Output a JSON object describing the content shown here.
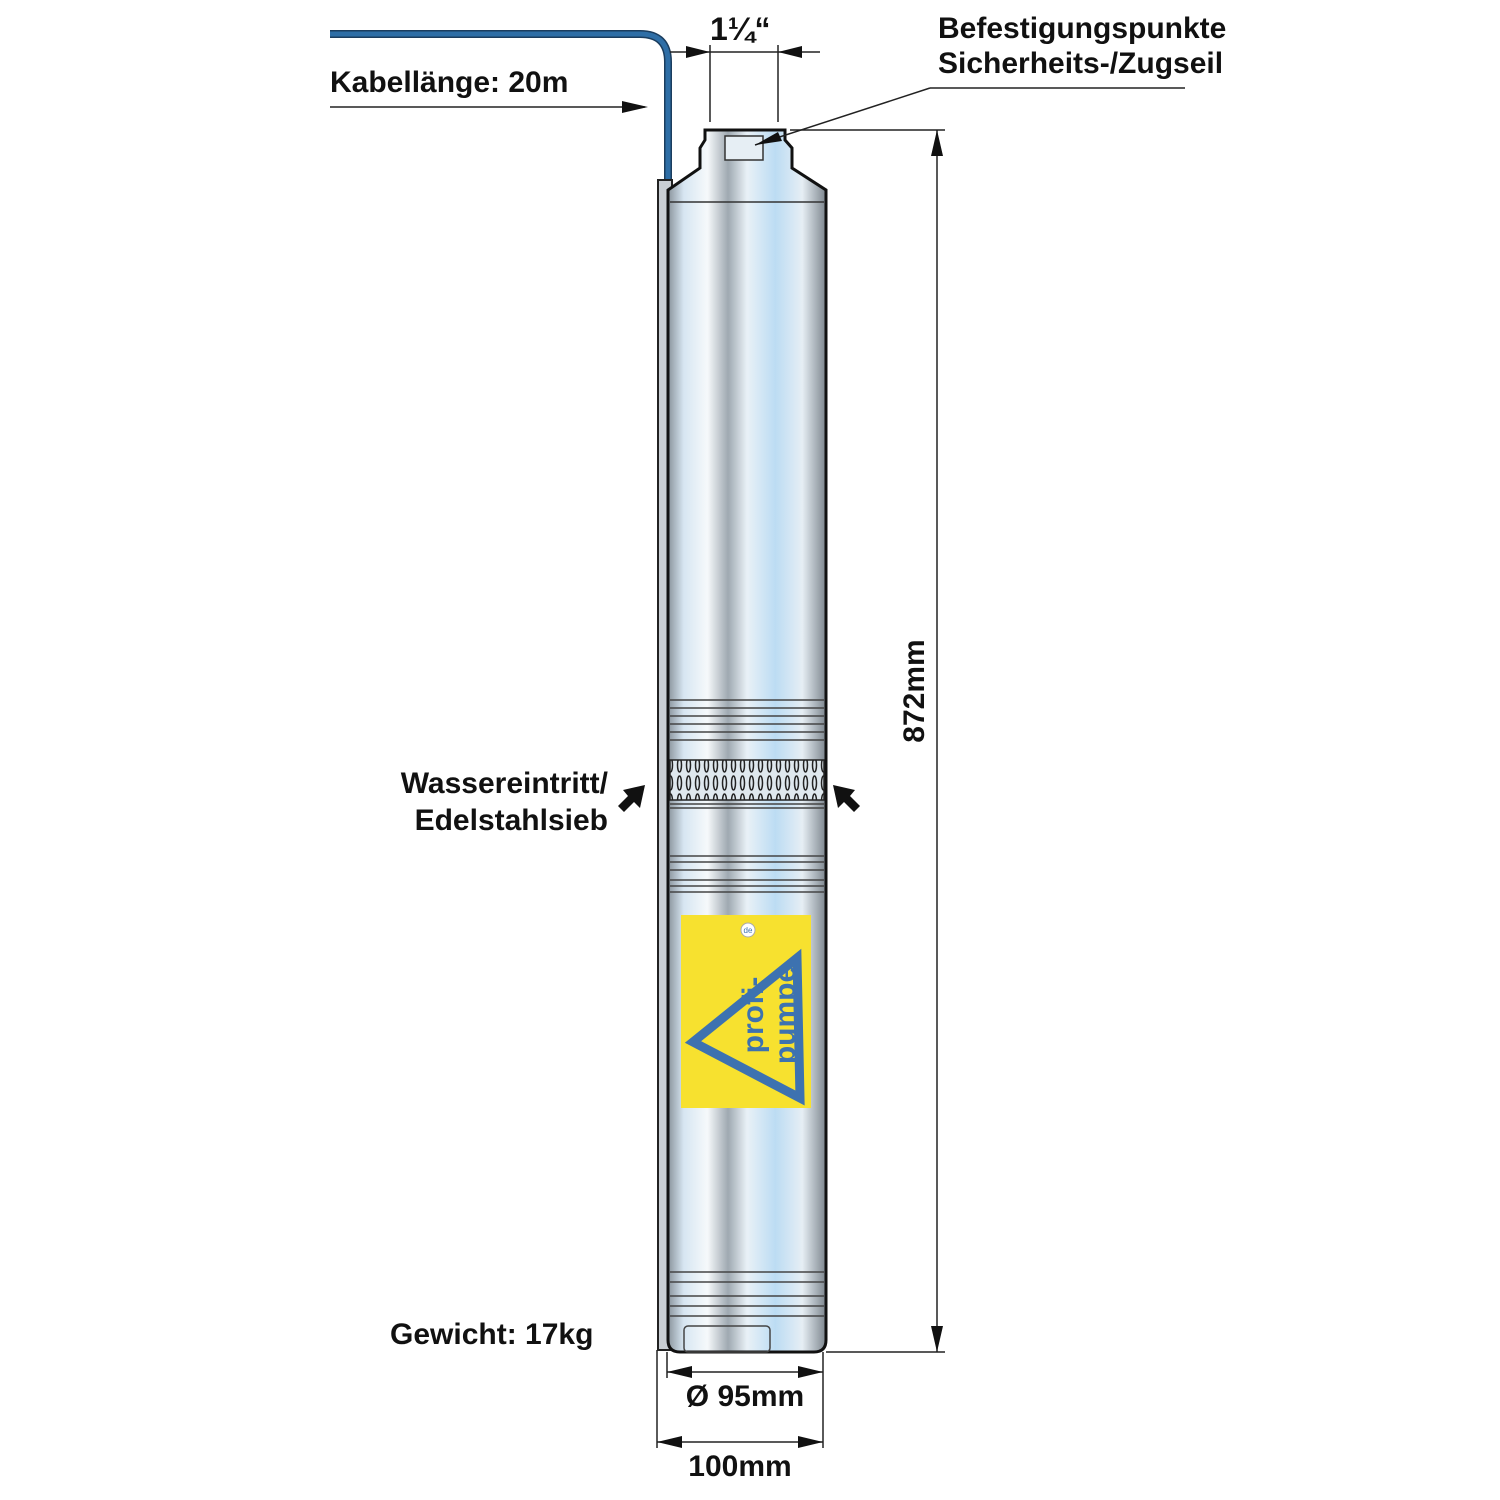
{
  "labels": {
    "thread_size": "1¼“",
    "mounting_points_line1": "Befestigungspunkte",
    "mounting_points_line2": "Sicherheits-/Zugseil",
    "cable_length": "Kabellänge: 20m",
    "height": "872mm",
    "water_inlet_line1": "Wassereintritt/",
    "water_inlet_line2": "Edelstahlsieb",
    "weight": "Gewicht: 17kg",
    "diameter": "Ø 95mm",
    "total_width": "100mm"
  },
  "logo": {
    "text_line1": "profi-",
    "text_line2": "pumpe",
    "badge": "de"
  },
  "colors": {
    "cable": "#2e6ea6",
    "logo_bg": "#f7e12f",
    "logo_fg": "#3d72b0",
    "body": "#cfe3f3"
  }
}
